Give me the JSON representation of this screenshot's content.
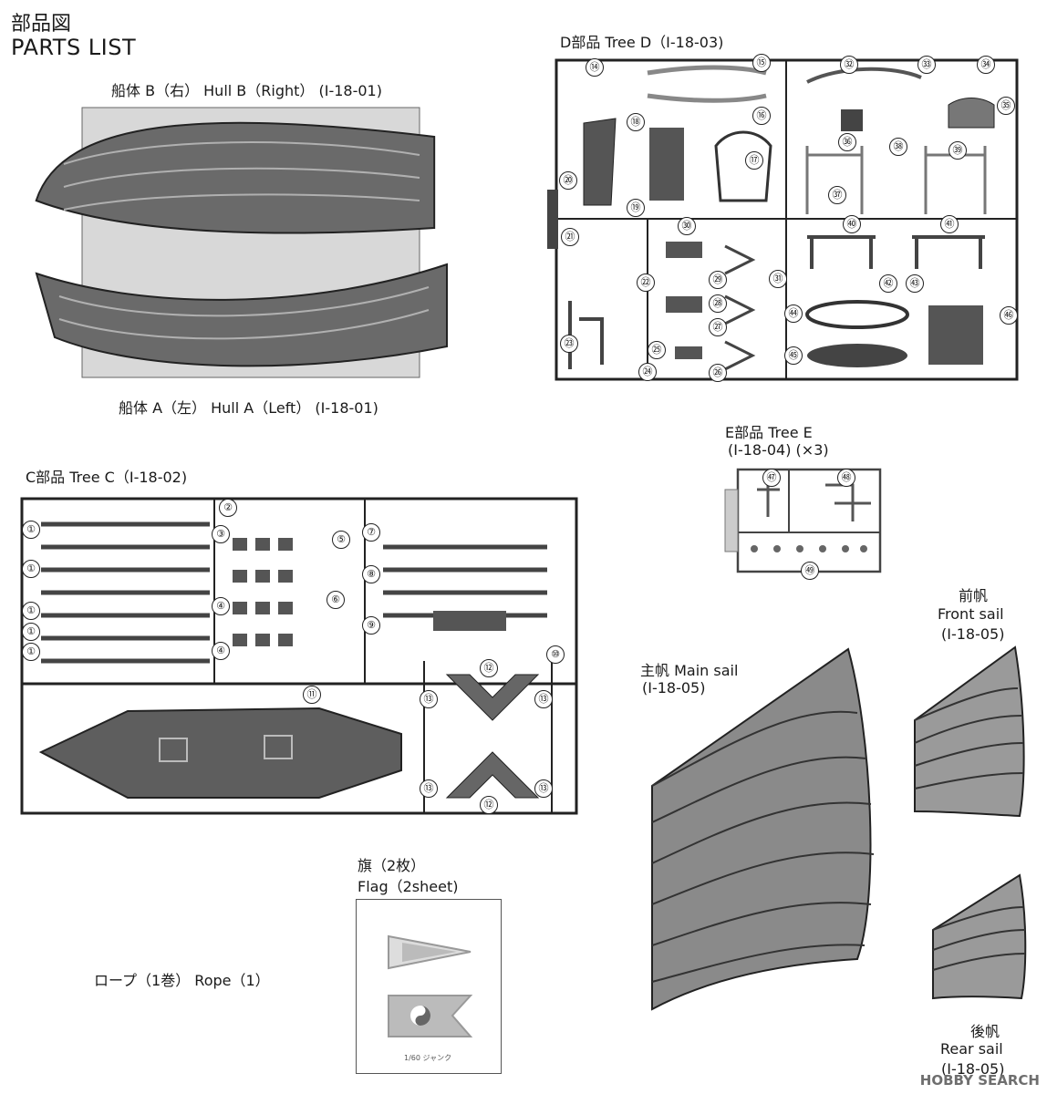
{
  "header": {
    "title_jp": "部品図",
    "title_en": "PARTS LIST"
  },
  "hull": {
    "caption_b": "船体 B（右） Hull B（Right） (I-18-01)",
    "caption_a": "船体 A（左） Hull A（Left） (I-18-01)"
  },
  "tree_c": {
    "caption": "C部品 Tree C（I-18-02)",
    "numbers": [
      "①",
      "②",
      "①",
      "①",
      "①",
      "①",
      "③",
      "④",
      "④",
      "⑤",
      "⑥",
      "⑦",
      "⑧",
      "⑨",
      "⑩",
      "⑪",
      "⑫",
      "⑫",
      "⑬",
      "⑬",
      "⑬",
      "⑬"
    ]
  },
  "tree_d": {
    "caption": "D部品 Tree D（I-18-03)",
    "numbers": [
      "⑭",
      "⑮",
      "⑯",
      "⑰",
      "⑱",
      "⑲",
      "⑳",
      "㉑",
      "㉒",
      "㉓",
      "㉔",
      "㉕",
      "㉖",
      "㉗",
      "㉘",
      "㉙",
      "㉚",
      "㉛",
      "㉜",
      "㉝",
      "㉞",
      "㉟",
      "㊱",
      "㊲",
      "㊳",
      "㊴",
      "㊵",
      "㊶",
      "㊷",
      "㊸",
      "㊹",
      "㊺",
      "㊻"
    ]
  },
  "tree_e": {
    "caption_line1": "E部品 Tree E",
    "caption_line2": "(I-18-04) (×3)",
    "numbers": [
      "㊼",
      "㊽",
      "㊾"
    ]
  },
  "sails": {
    "main_line1": "主帆 Main sail",
    "main_line2": "(I-18-05)",
    "front_line1": "前帆",
    "front_line2": "Front sail",
    "front_line3": "(I-18-05)",
    "rear_line1": "後帆",
    "rear_line2": "Rear sail",
    "rear_line3": "(I-18-05)"
  },
  "flag": {
    "caption_line1": "旗（2枚）",
    "caption_line2": "Flag（2sheet)",
    "sheet_label": "1/60 ジャンク"
  },
  "rope": {
    "caption": "ロープ（1巻） Rope（1）"
  },
  "watermark": {
    "text": "HOBBY SEARCH"
  }
}
